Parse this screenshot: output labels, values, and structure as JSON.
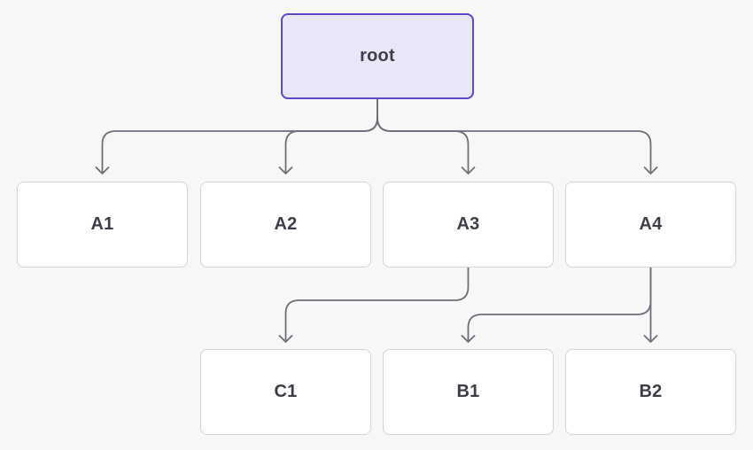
{
  "diagram": {
    "type": "tree",
    "nodes": {
      "root": {
        "label": "root"
      },
      "a1": {
        "label": "A1"
      },
      "a2": {
        "label": "A2"
      },
      "a3": {
        "label": "A3"
      },
      "a4": {
        "label": "A4"
      },
      "c1": {
        "label": "C1"
      },
      "b1": {
        "label": "B1"
      },
      "b2": {
        "label": "B2"
      }
    },
    "edges": [
      {
        "from": "root",
        "to": "A1"
      },
      {
        "from": "root",
        "to": "A2"
      },
      {
        "from": "root",
        "to": "A3"
      },
      {
        "from": "root",
        "to": "A4"
      },
      {
        "from": "A3",
        "to": "C1"
      },
      {
        "from": "A4",
        "to": "B1"
      },
      {
        "from": "A4",
        "to": "B2"
      }
    ],
    "colors": {
      "background": "#f7f7f8",
      "root_fill": "#e9e6f7",
      "root_border": "#5b49d0",
      "node_fill": "#ffffff",
      "node_border": "#d4d3db",
      "edge": "#6e6e79",
      "label": "#3e3e48"
    }
  }
}
